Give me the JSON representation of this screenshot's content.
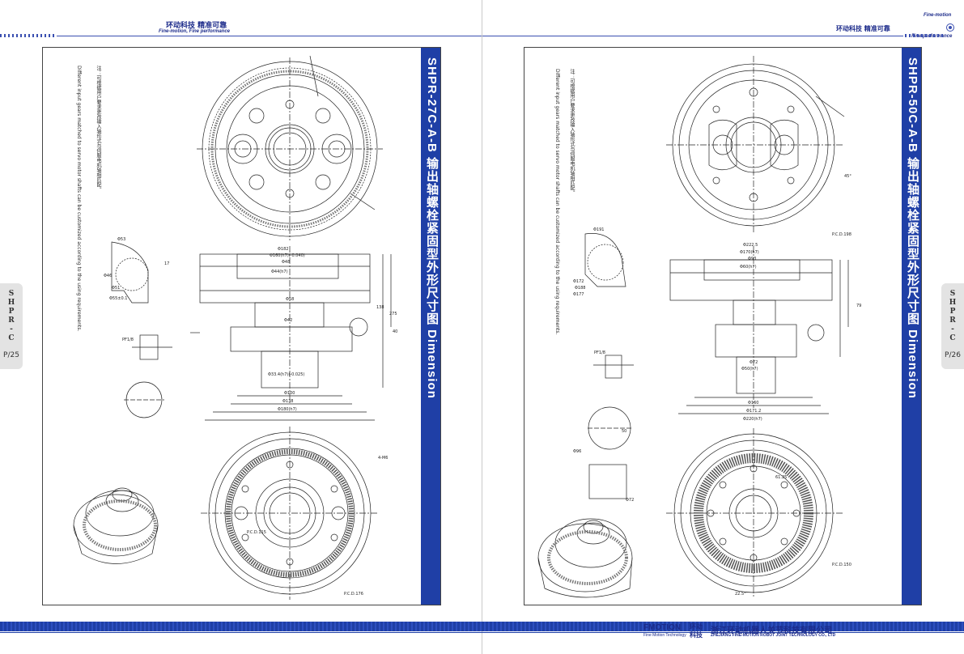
{
  "header": {
    "left_cn": "环动科技  精准可靠",
    "left_en": "Fine-motion, Fine performance",
    "right_cn": "环动科技  精准可靠",
    "right_badge_top": "Fine-motion",
    "right_badge_bottom": "Fine performance"
  },
  "left_page": {
    "title": "SHPR-27C-A-B  输出轴螺栓紧固型外形尺寸图  Dimension",
    "note_cn": "注：可根据用户要求更改输入轴形式与伺服电机轴相匹配。",
    "note_en": "Different input gears matched to servo motor shafts can be customized according to the using requirements.",
    "tab_code": "SHPR-C",
    "page_no": "P/25",
    "dims": [
      "Φ182",
      "Φ160(h7)(-0.040)",
      "Φ48",
      "Φ44(h7)",
      "Φ58",
      "Φ42",
      "Φ33.4(h7)(-0.025)",
      "Φ100",
      "Φ138",
      "Φ180(h7)",
      "Φ53",
      "Φ46",
      "Φ51",
      "Φ55±0.1",
      "275",
      "138",
      "40",
      "17",
      "4-M6",
      "P.C.D.115",
      "P.C.D.176",
      "PF1/8"
    ]
  },
  "right_page": {
    "title": "SHPR-50C-A-B  输出轴螺栓紧固型外形尺寸图  Dimension",
    "note_cn": "注：可根据用户要求更改输入轴形式与伺服电机轴相匹配。",
    "note_en": "Different input gears matched to servo motor shafts can be customized according to the using requirements.",
    "tab_code": "SHPR-C",
    "page_no": "P/26",
    "dims": [
      "Φ191",
      "Φ172",
      "Φ188",
      "Φ177",
      "Φ222.5",
      "Φ170(h7)",
      "Φ93",
      "Φ60(h7)",
      "Φ72",
      "Φ50(h7)",
      "Φ160",
      "Φ171.2",
      "Φ220(h7)",
      "Φ96",
      "Φ72",
      "P.C.D.198",
      "P.C.D.150",
      "PF1/8",
      "45°",
      "22.5°",
      "61.25",
      "79",
      "50"
    ]
  },
  "footer": {
    "logo": "FMOTION",
    "logo_sub": "Fine Motion Technology",
    "logo_cn": "环动科技",
    "company_cn": "浙江环动机器人关节科技有限公司",
    "company_en": "ZHEJIANG FINE-MOTION ROBOT JOINT TECHNOLOGY CO., LTD"
  },
  "colors": {
    "brand": "#1f3fa6",
    "text": "#1b2a8a",
    "line": "#222222"
  }
}
